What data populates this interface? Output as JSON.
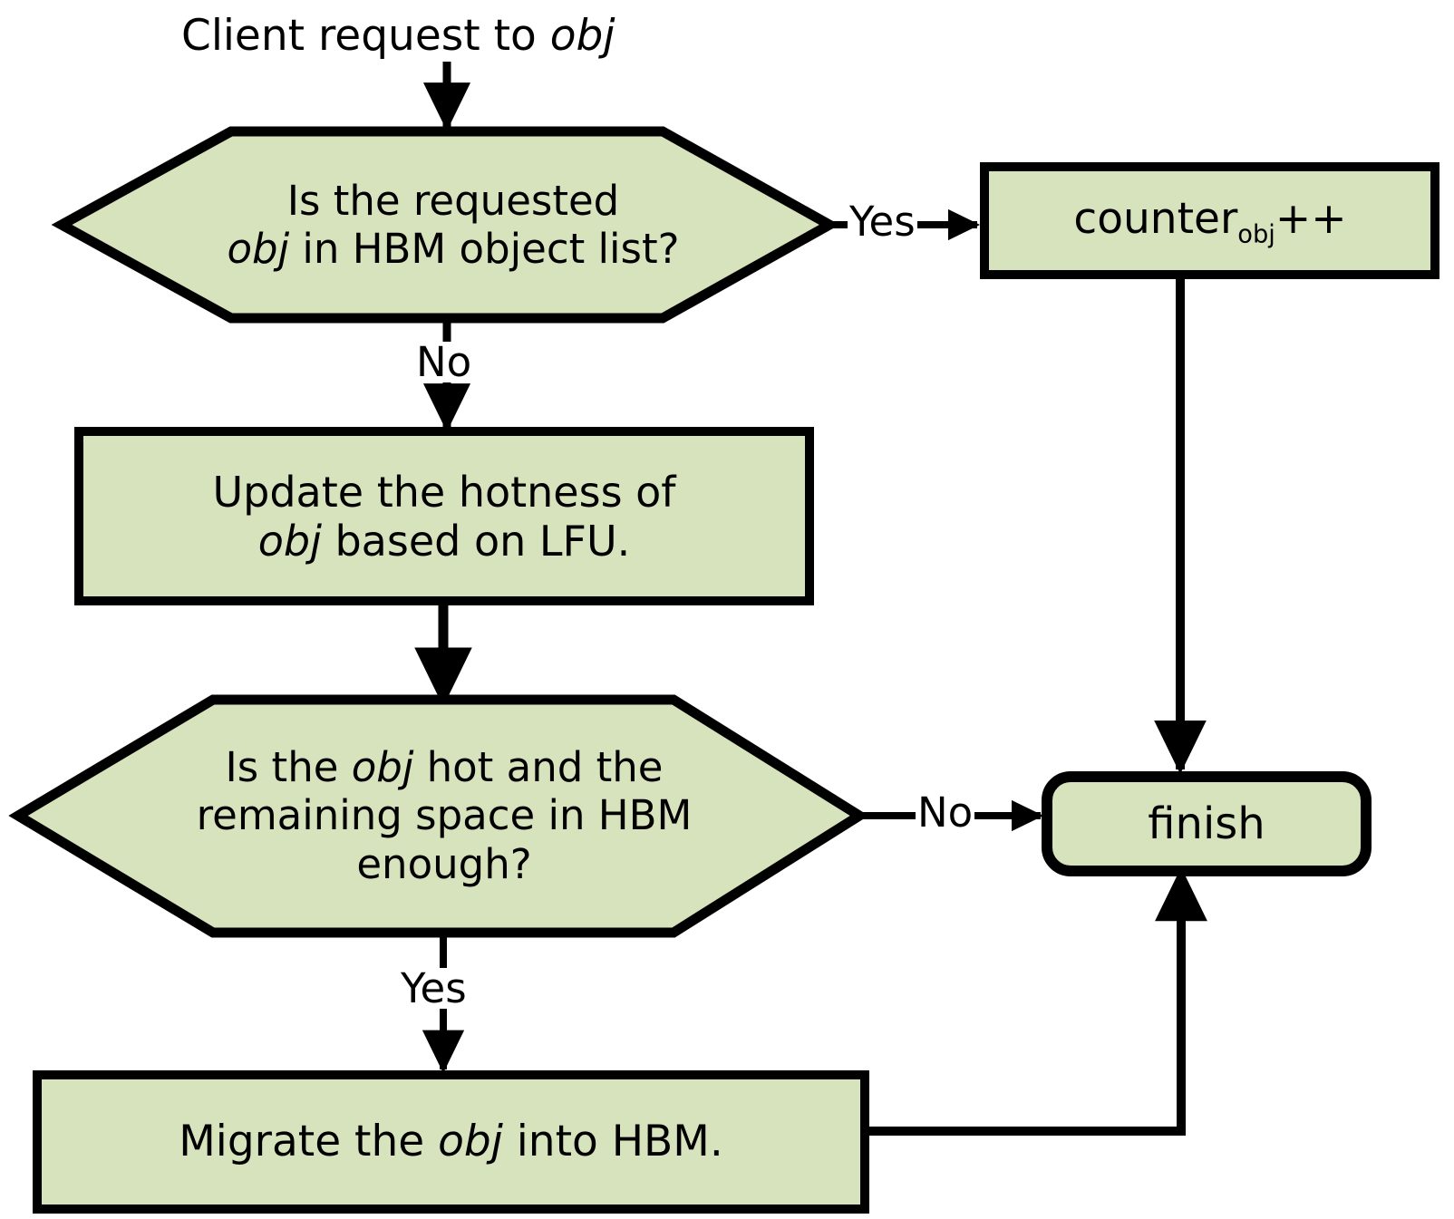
{
  "diagram": {
    "title": "Client request to obj",
    "title_plain": "Client request to ",
    "title_em": "obj",
    "fill_color": "#d7e3bc",
    "stroke_color": "#000000",
    "background_color": "#ffffff"
  },
  "nodes": {
    "start_label": {
      "id": "start-label",
      "shape": "text",
      "text_plain": "Client request to ",
      "text_em": "obj"
    },
    "decision_in_hbm": {
      "id": "decision-is-obj-in-hbm-list",
      "shape": "hexagon",
      "line1": "Is the requested",
      "line2_em": "obj",
      "line2_rest": " in HBM object list?"
    },
    "counter_increment": {
      "id": "process-counter-increment",
      "shape": "rectangle",
      "text_base": "counter",
      "text_sub": "obj",
      "text_tail": "++"
    },
    "update_hotness": {
      "id": "process-update-hotness",
      "shape": "rectangle",
      "line1": "Update the hotness of",
      "line2_em": "obj",
      "line2_rest": " based on LFU."
    },
    "decision_hot_and_space": {
      "id": "decision-obj-hot-and-space",
      "shape": "hexagon",
      "line1_pre": "Is the ",
      "line1_em": "obj",
      "line1_post": " hot and the",
      "line2": "remaining space in HBM",
      "line3": "enough?"
    },
    "migrate_obj": {
      "id": "process-migrate-obj",
      "shape": "rectangle",
      "text_pre": "Migrate the ",
      "text_em": "obj",
      "text_post": " into HBM."
    },
    "finish": {
      "id": "terminator-finish",
      "shape": "rounded-rectangle",
      "text": "finish"
    }
  },
  "edges": [
    {
      "id": "edge-start-to-decision1",
      "from": "start_label",
      "to": "decision_in_hbm",
      "label": ""
    },
    {
      "id": "edge-decision1-yes",
      "from": "decision_in_hbm",
      "to": "counter_increment",
      "label": "Yes"
    },
    {
      "id": "edge-decision1-no",
      "from": "decision_in_hbm",
      "to": "update_hotness",
      "label": "No"
    },
    {
      "id": "edge-counter-to-finish",
      "from": "counter_increment",
      "to": "finish",
      "label": ""
    },
    {
      "id": "edge-update-to-decision2",
      "from": "update_hotness",
      "to": "decision_hot_and_space",
      "label": ""
    },
    {
      "id": "edge-decision2-no",
      "from": "decision_hot_and_space",
      "to": "finish",
      "label": "No"
    },
    {
      "id": "edge-decision2-yes",
      "from": "decision_hot_and_space",
      "to": "migrate_obj",
      "label": "Yes"
    },
    {
      "id": "edge-migrate-to-finish",
      "from": "migrate_obj",
      "to": "finish",
      "label": ""
    }
  ],
  "edge_labels": {
    "decision1_yes": "Yes",
    "decision1_no": "No",
    "decision2_no": "No",
    "decision2_yes": "Yes"
  }
}
